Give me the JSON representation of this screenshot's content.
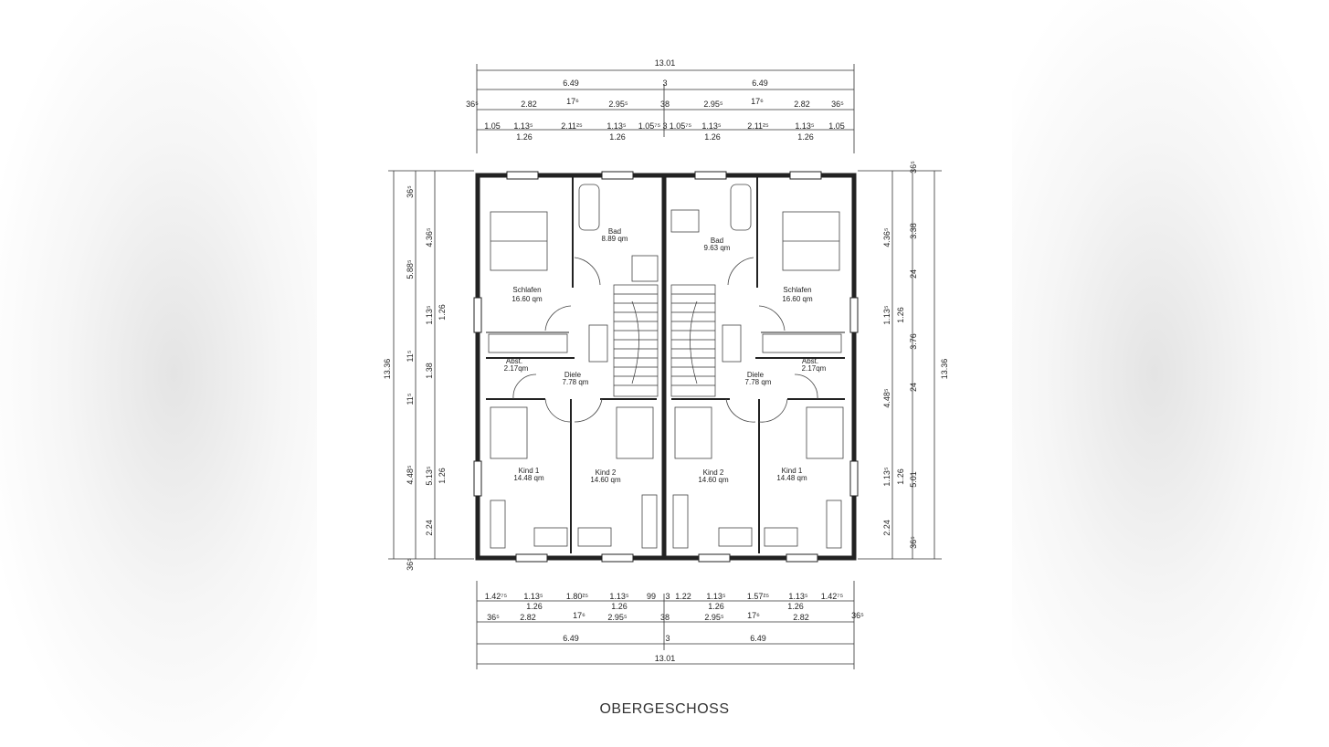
{
  "title": "OBERGESCHOSS",
  "dims_top": {
    "total": "13.01",
    "halves": [
      "6.49",
      "3",
      "6.49"
    ],
    "row2": [
      "36⁵",
      "2.82",
      "17⁶",
      "2.95⁵",
      "38",
      "2.95⁵",
      "17⁶",
      "2.82",
      "36⁵"
    ],
    "row3": [
      "1.05",
      "1.13⁵",
      "2.11²⁵",
      "1.13⁵",
      "1.05⁷⁵",
      "3",
      "1.05⁷⁵",
      "1.13⁵",
      "2.11²⁵",
      "1.13⁵",
      "1.05"
    ],
    "row4": [
      "1.26",
      "1.26",
      "1.26",
      "1.26"
    ]
  },
  "dims_bottom": {
    "row1": [
      "1.42⁷⁵",
      "1.13⁵",
      "1.80²⁵",
      "1.13⁵",
      "99",
      "3",
      "1.22",
      "1.13⁵",
      "1.57²⁵",
      "1.13⁵",
      "1.42⁷⁵"
    ],
    "row2": [
      "1.26",
      "1.26",
      "1.26",
      "1.26"
    ],
    "row3": [
      "36⁵",
      "2.82",
      "17⁶",
      "2.95⁵",
      "38",
      "2.95⁵",
      "17⁶",
      "2.82",
      "36⁵"
    ],
    "halves": [
      "6.49",
      "3",
      "6.49"
    ],
    "total": "13.01"
  },
  "dims_left": {
    "total": "13.36",
    "outer": [
      "36⁵",
      "5.88⁵",
      "11⁵",
      "4.48⁵",
      "11⁵"
    ],
    "mid": [
      "4.36⁵",
      "1.13⁵",
      "1.38",
      "5.13⁵",
      "2.24",
      "36⁵"
    ],
    "inner": [
      "1.26",
      "1.26"
    ]
  },
  "dims_right": {
    "total": "13.36",
    "outer": [
      "36⁵",
      "3.38",
      "24",
      "3.76",
      "24",
      "5.01",
      "36⁵"
    ],
    "mid": [
      "4.36⁵",
      "1.13⁵",
      "4.48⁵",
      "1.13⁵",
      "2.24"
    ],
    "inner": [
      "1.26",
      "1.26"
    ]
  },
  "rooms": [
    {
      "name": "Schlafen",
      "area": "16.60  qm"
    },
    {
      "name": "Bad",
      "area": "8.89  qm"
    },
    {
      "name": "Bad",
      "area": "9.63  qm"
    },
    {
      "name": "Schlafen",
      "area": "16.60  qm"
    },
    {
      "name": "Abst.",
      "area": "2.17qm"
    },
    {
      "name": "Diele",
      "area": "7.78  qm"
    },
    {
      "name": "Diele",
      "area": "7.78  qm"
    },
    {
      "name": "Abst.",
      "area": "2.17qm"
    },
    {
      "name": "Kind  1",
      "area": "14.48  qm"
    },
    {
      "name": "Kind  2",
      "area": "14.60  qm"
    },
    {
      "name": "Kind  2",
      "area": "14.60  qm"
    },
    {
      "name": "Kind  1",
      "area": "14.48  qm"
    }
  ]
}
